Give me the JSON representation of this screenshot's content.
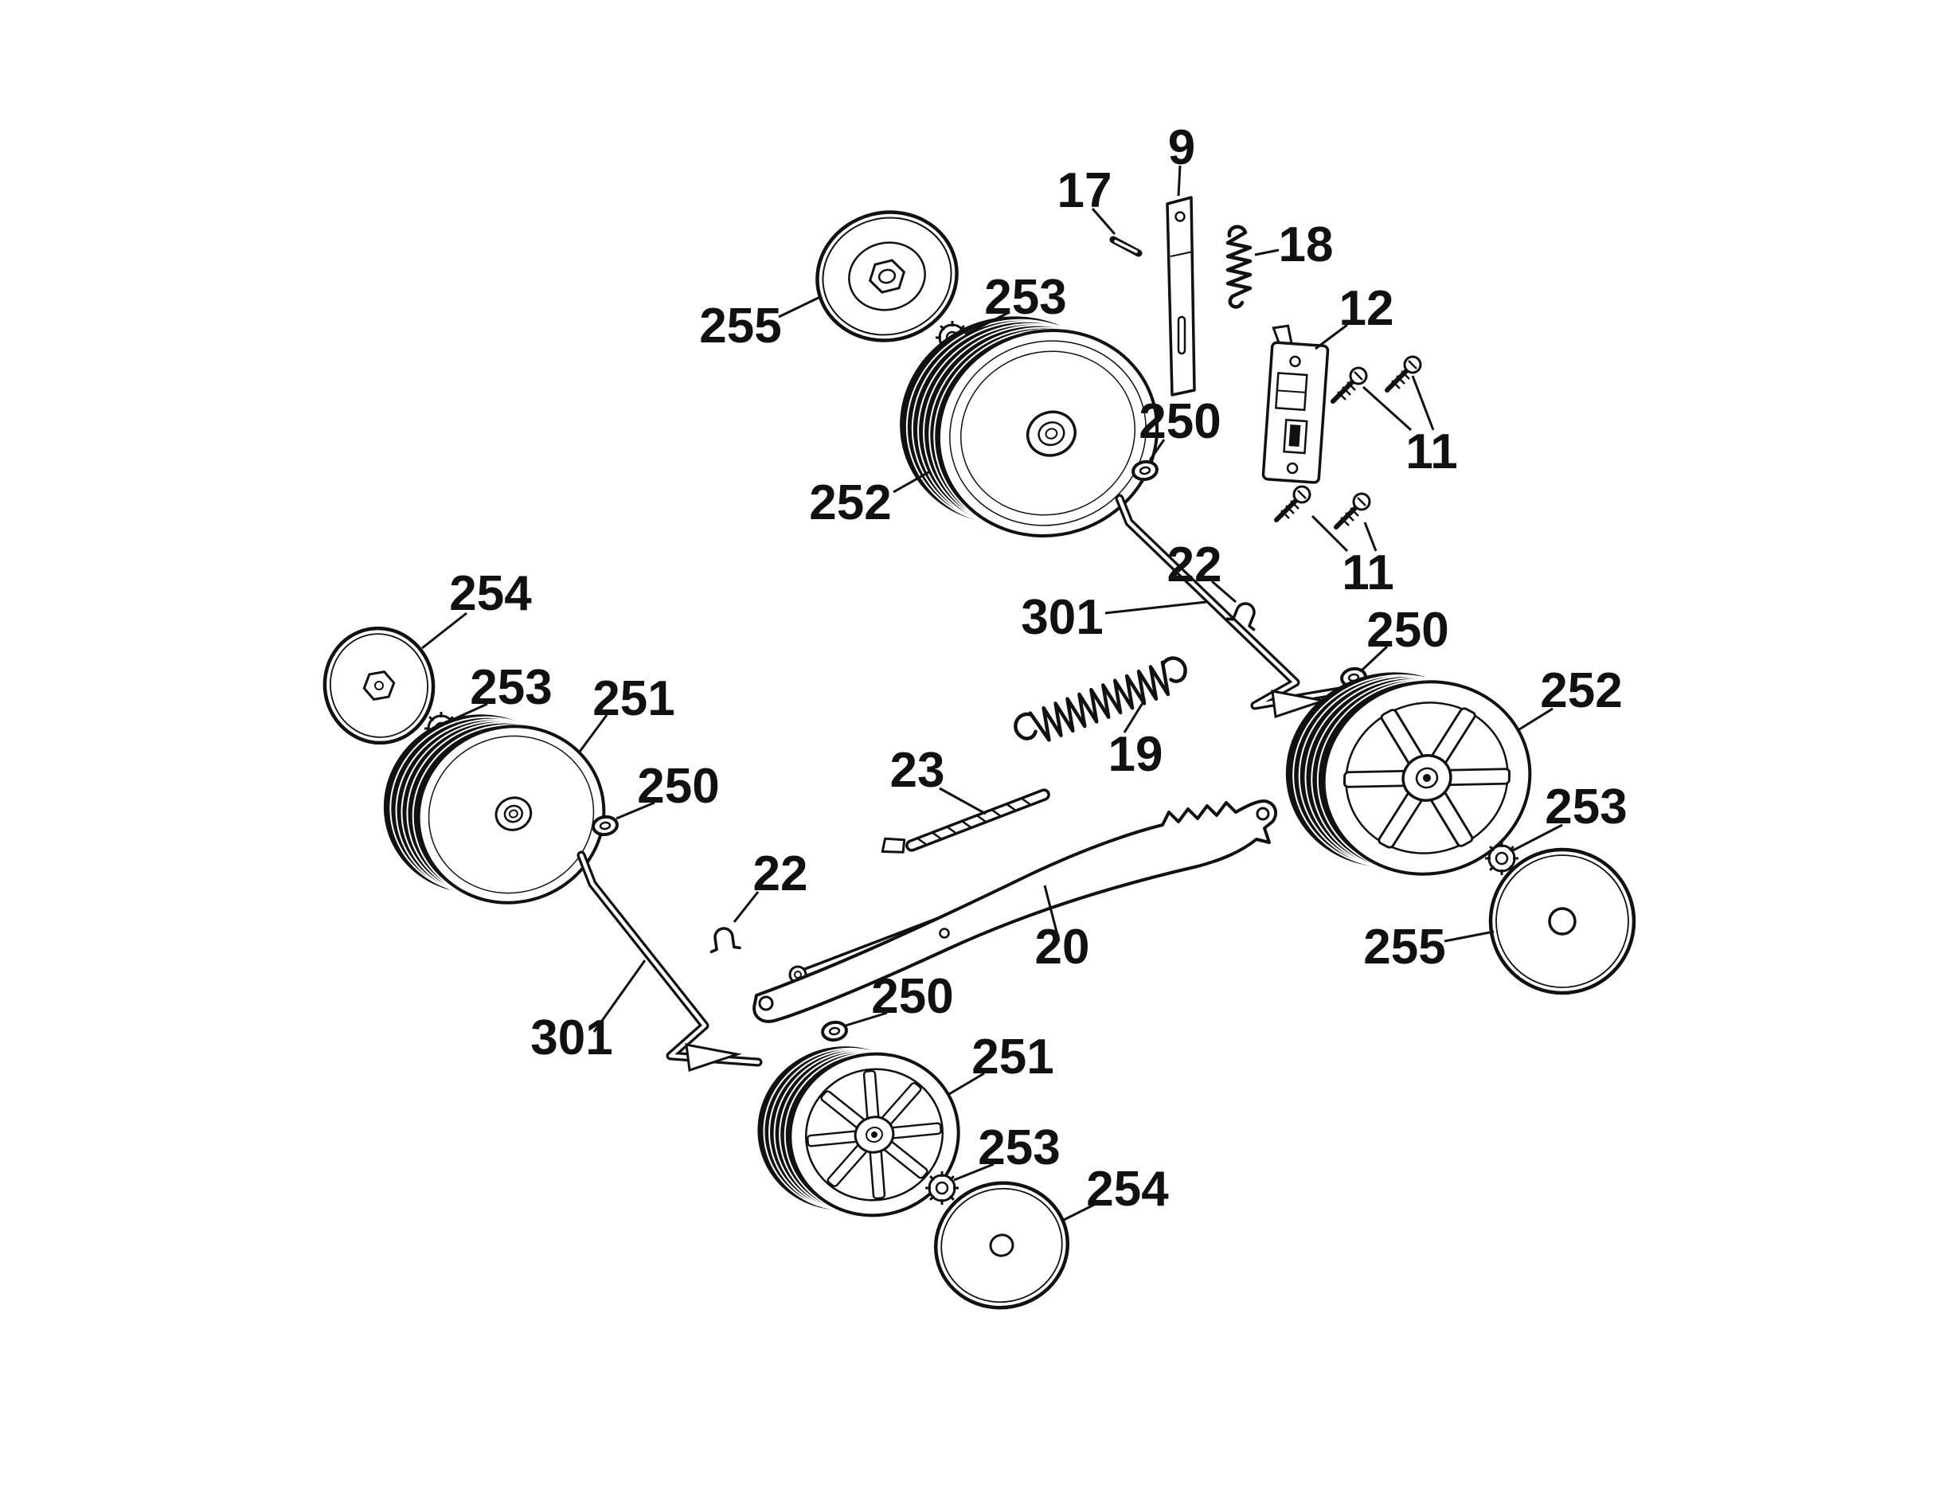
{
  "diagram": {
    "kind": "exploded-parts-diagram",
    "background": "#ffffff",
    "ink": "#111111",
    "part_numbers_visible": [
      "9",
      "11",
      "12",
      "17",
      "18",
      "19",
      "20",
      "22",
      "23",
      "250",
      "251",
      "252",
      "253",
      "254",
      "255",
      "301"
    ],
    "labels": {
      "l255a": "255",
      "l253a": "253",
      "l17": "17",
      "l9": "9",
      "l18": "18",
      "l12": "12",
      "l11a": "11",
      "l250a": "250",
      "l252a": "252",
      "l22a": "22",
      "l301a": "301",
      "l11b": "11",
      "l250b": "250",
      "l254a": "254",
      "l253b": "253",
      "l251a": "251",
      "l250c": "250",
      "l19": "19",
      "l252b": "252",
      "l23": "23",
      "l253c": "253",
      "l22b": "22",
      "l20": "20",
      "l255b": "255",
      "l301b": "301",
      "l250d": "250",
      "l251b": "251",
      "l253d": "253",
      "l254b": "254"
    }
  }
}
